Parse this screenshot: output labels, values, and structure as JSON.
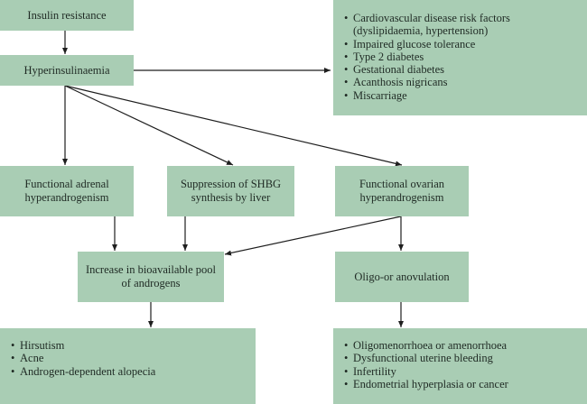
{
  "diagram": {
    "nodes": {
      "insulin_resistance": "Insulin resistance",
      "hyperinsulinaemia": "Hyperinsulinaemia",
      "metabolic_consequences": [
        "Cardiovascular disease risk factors",
        "(dyslipidaemia, hypertension)",
        "Impaired glucose tolerance",
        "Type 2 diabetes",
        "Gestational diabetes",
        "Acanthosis nigricans",
        "Miscarriage"
      ],
      "functional_adrenal": "Functional adrenal\nhyperandrogenism",
      "suppression_shbg": "Suppression of SHBG\nsynthesis by liver",
      "functional_ovarian": "Functional ovarian\nhyperandrogenism",
      "increase_androgens": "Increase in bioavailable pool\nof androgens",
      "oligo_anovulation": "Oligo-or anovulation",
      "androgen_effects": [
        "Hirsutism",
        "Acne",
        "Androgen-dependent alopecia"
      ],
      "ovulatory_effects": [
        "Oligomenorrhoea or amenorrhoea",
        "Dysfunctional uterine bleeding",
        "Infertility",
        "Endometrial hyperplasia or cancer"
      ]
    },
    "edges": [
      [
        "insulin_resistance",
        "hyperinsulinaemia"
      ],
      [
        "hyperinsulinaemia",
        "metabolic_consequences"
      ],
      [
        "hyperinsulinaemia",
        "functional_adrenal"
      ],
      [
        "hyperinsulinaemia",
        "suppression_shbg"
      ],
      [
        "hyperinsulinaemia",
        "functional_ovarian"
      ],
      [
        "functional_adrenal",
        "increase_androgens"
      ],
      [
        "suppression_shbg",
        "increase_androgens"
      ],
      [
        "functional_ovarian",
        "increase_androgens"
      ],
      [
        "functional_ovarian",
        "oligo_anovulation"
      ],
      [
        "increase_androgens",
        "androgen_effects"
      ],
      [
        "oligo_anovulation",
        "ovulatory_effects"
      ]
    ],
    "colors": {
      "box_fill": "#a9cdb4",
      "arrow": "#1e1e1e"
    }
  }
}
